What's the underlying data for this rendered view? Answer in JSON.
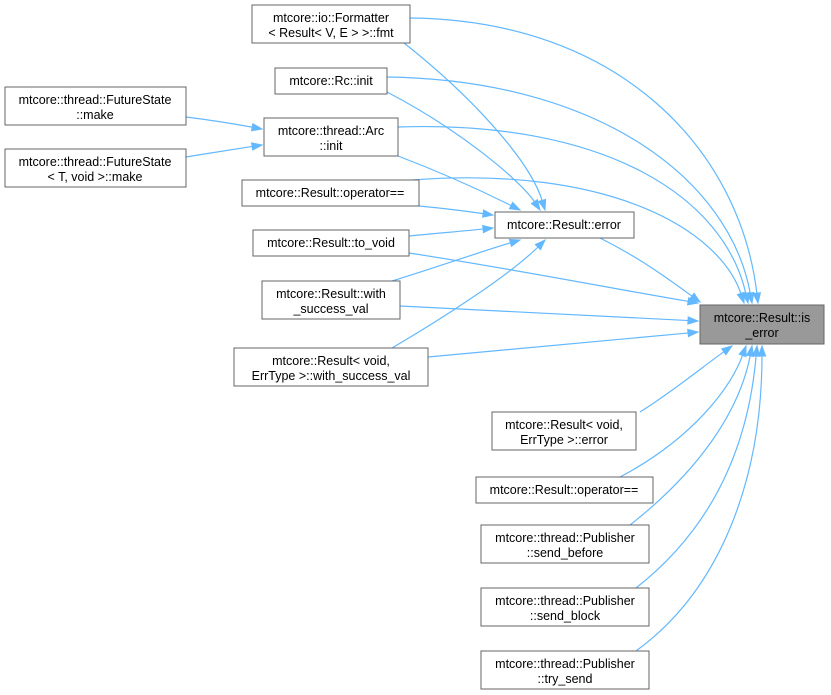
{
  "diagram": {
    "nodes": {
      "is_error": [
        "mtcore::Result::is",
        "_error"
      ],
      "error": [
        "mtcore::Result::error"
      ],
      "fmt": [
        "mtcore::io::Formatter",
        "< Result< V, E > >::fmt"
      ],
      "rc_init": [
        "mtcore::Rc::init"
      ],
      "arc_init": [
        "mtcore::thread::Arc",
        "::init"
      ],
      "fs_make": [
        "mtcore::thread::FutureState",
        "::make"
      ],
      "fs_void_make": [
        "mtcore::thread::FutureState",
        "< T, void >::make"
      ],
      "op_eq_1": [
        "mtcore::Result::operator=="
      ],
      "to_void": [
        "mtcore::Result::to_void"
      ],
      "with_success": [
        "mtcore::Result::with",
        "_success_val"
      ],
      "void_with_success": [
        "mtcore::Result< void,",
        "ErrType >::with_success_val"
      ],
      "void_error": [
        "mtcore::Result< void,",
        "ErrType >::error"
      ],
      "op_eq_2": [
        "mtcore::Result::operator=="
      ],
      "send_before": [
        "mtcore::thread::Publisher",
        "::send_before"
      ],
      "send_block": [
        "mtcore::thread::Publisher",
        "::send_block"
      ],
      "try_send": [
        "mtcore::thread::Publisher",
        "::try_send"
      ]
    },
    "edges": [
      [
        "fmt",
        "error"
      ],
      [
        "fmt",
        "is_error"
      ],
      [
        "rc_init",
        "error"
      ],
      [
        "rc_init",
        "is_error"
      ],
      [
        "fs_make",
        "arc_init"
      ],
      [
        "fs_void_make",
        "arc_init"
      ],
      [
        "arc_init",
        "error"
      ],
      [
        "arc_init",
        "is_error"
      ],
      [
        "op_eq_1",
        "error"
      ],
      [
        "op_eq_1",
        "is_error"
      ],
      [
        "to_void",
        "error"
      ],
      [
        "to_void",
        "is_error"
      ],
      [
        "with_success",
        "error"
      ],
      [
        "with_success",
        "is_error"
      ],
      [
        "void_with_success",
        "error"
      ],
      [
        "void_with_success",
        "is_error"
      ],
      [
        "error",
        "is_error"
      ],
      [
        "void_error",
        "is_error"
      ],
      [
        "op_eq_2",
        "is_error"
      ],
      [
        "send_before",
        "is_error"
      ],
      [
        "send_block",
        "is_error"
      ],
      [
        "try_send",
        "is_error"
      ]
    ],
    "colors": {
      "edge": "#63b8ff",
      "node_border": "#666666",
      "focus_fill": "#999999"
    }
  }
}
